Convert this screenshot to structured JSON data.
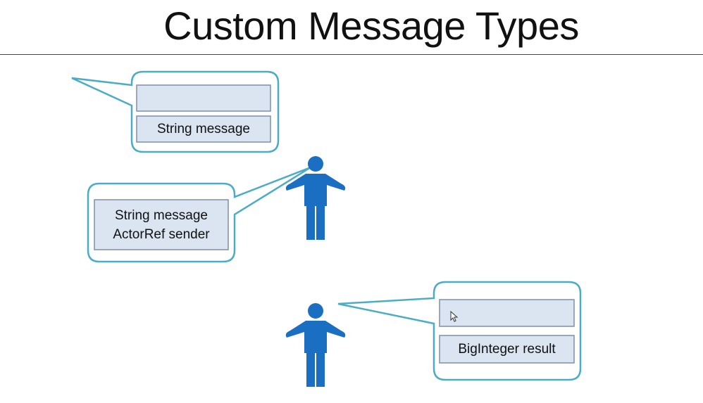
{
  "slide": {
    "title": "Custom Message Types"
  },
  "bubbles": {
    "top_left": {
      "fields": [
        "",
        "String message"
      ]
    },
    "middle_left": {
      "fields": [
        "String message",
        "ActorRef sender"
      ]
    },
    "bottom_right": {
      "fields": [
        "",
        "BigInteger result"
      ]
    }
  },
  "colors": {
    "bubble_stroke": "#4bacc6",
    "field_fill": "#dbe4f1",
    "field_stroke": "#7f8fa8",
    "person_fill": "#1a6fc2"
  },
  "icons": [
    "person-icon",
    "person-icon",
    "mouse-cursor-icon"
  ]
}
